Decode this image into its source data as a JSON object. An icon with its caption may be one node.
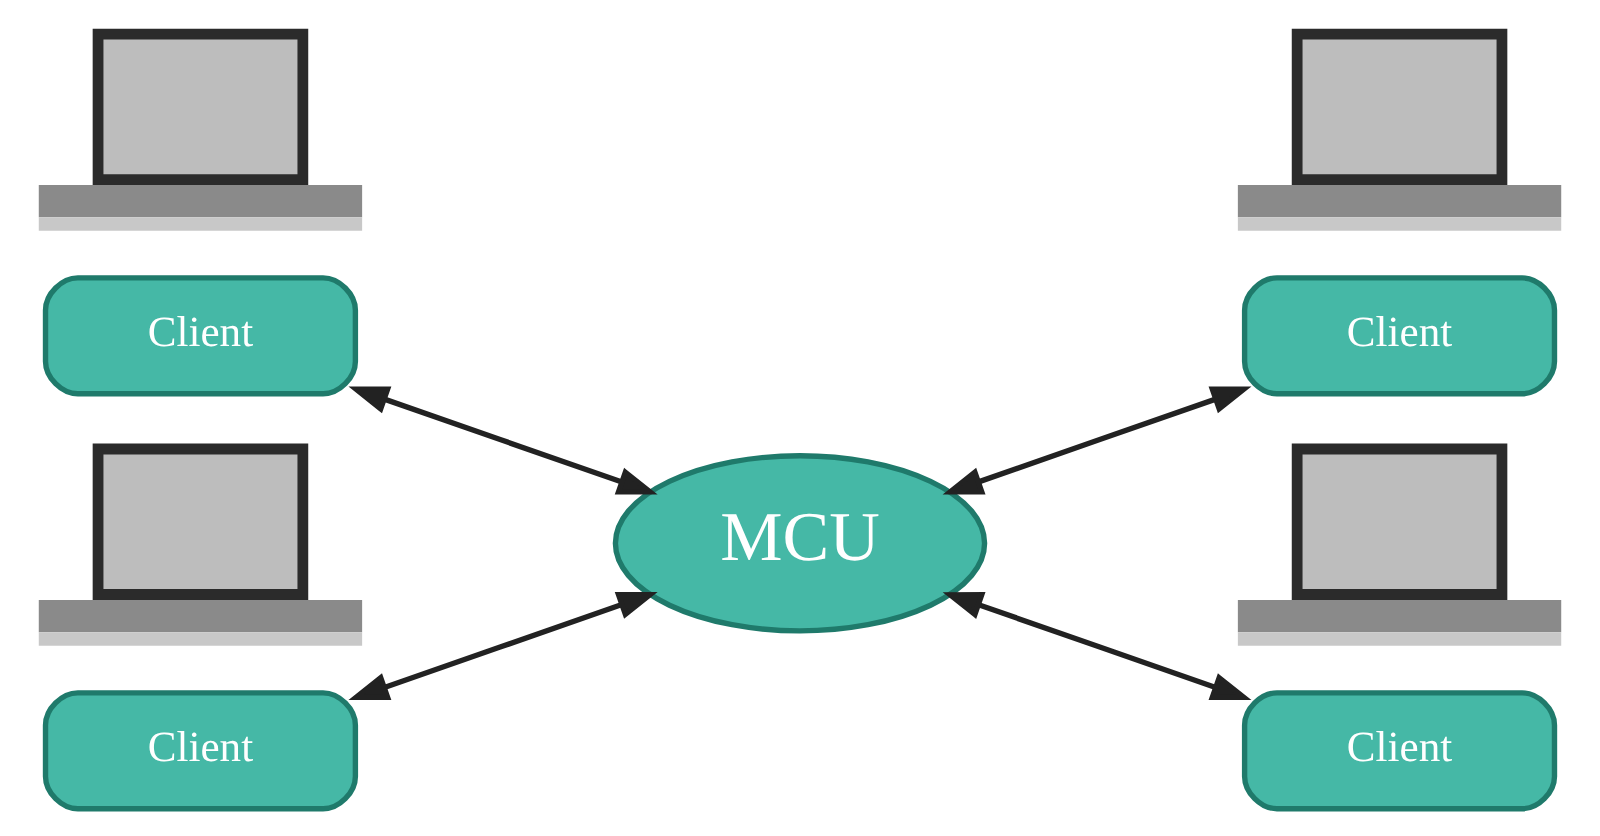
{
  "diagram": {
    "nodes": [
      {
        "text": [],
        "shape": "picture"
      },
      {
        "text": [],
        "shape": "picture"
      },
      {
        "text": [
          "Client"
        ]
      },
      {
        "text": [
          "Client"
        ]
      },
      {
        "text": [
          "MCU"
        ]
      },
      {
        "text": [],
        "shape": "picture"
      },
      {
        "text": [],
        "shape": "picture"
      },
      {
        "text": [
          "Client"
        ]
      },
      {
        "text": [
          "Client"
        ]
      }
    ],
    "edges": [
      {
        "from": 2,
        "to": 4,
        "arrow": "both"
      },
      {
        "from": 4,
        "to": 3,
        "arrow": "both"
      },
      {
        "from": 7,
        "to": 4,
        "arrow": "both"
      },
      {
        "from": 4,
        "to": 8,
        "arrow": "both"
      }
    ]
  }
}
